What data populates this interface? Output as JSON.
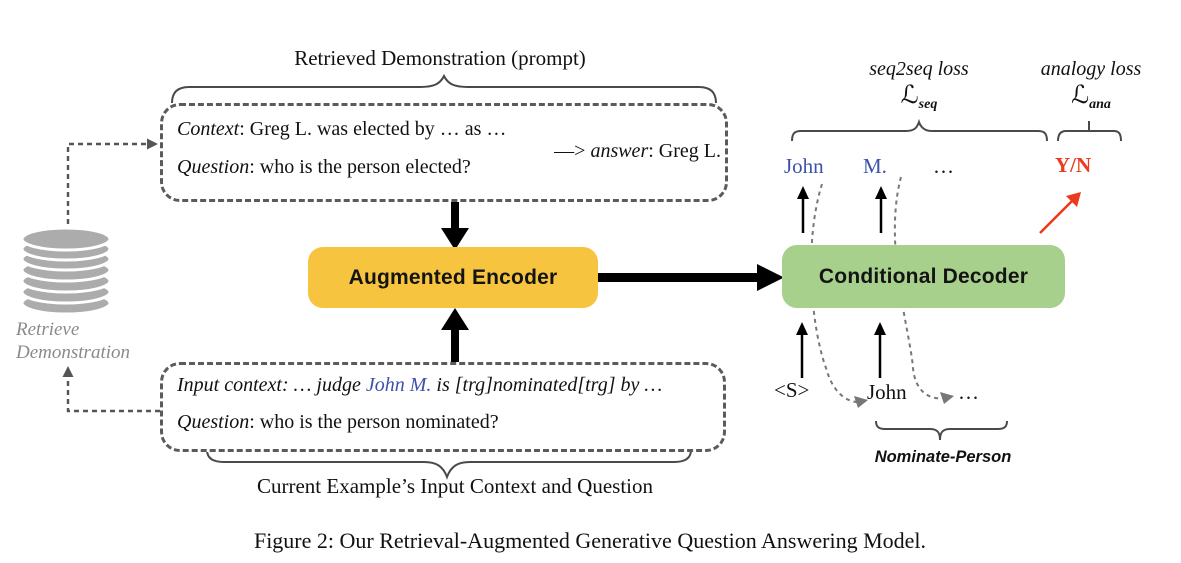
{
  "figure": {
    "caption": "Figure 2: Our Retrieval-Augmented Generative Question Answering Model."
  },
  "retrieval": {
    "db_icon": "database-cylinder-icon",
    "label_line1": "Retrieve",
    "label_line2": "Demonstration"
  },
  "demo_prompt": {
    "title": "Retrieved Demonstration (prompt)",
    "context_label": "Context",
    "context_rest": ": Greg L. was elected by … as …",
    "question_label": "Question",
    "question_rest": ": who is the person elected?",
    "answer_arrow": "—> ",
    "answer_label": "answer",
    "answer_rest": ": Greg L."
  },
  "encoder": {
    "label": "Augmented Encoder"
  },
  "decoder": {
    "label": "Conditional Decoder"
  },
  "current_example": {
    "input_label": "Input context:",
    "input_pre": " … judge ",
    "input_entity": "John M.",
    "input_post": " is [trg]nominated[trg] by …",
    "question_label": "Question",
    "question_rest": ": who is the person nominated?",
    "brace_label": "Current Example’s Input Context and Question"
  },
  "losses": {
    "seq2seq_title": "seq2seq loss",
    "seq2seq_symbol": "ℒ",
    "seq2seq_sub": "seq",
    "analogy_title": "analogy loss",
    "analogy_symbol": "ℒ",
    "analogy_sub": "ana"
  },
  "decoder_outputs": {
    "token1": "John",
    "token2": "M.",
    "ellipsis": "…",
    "analogy_token": "Y/N"
  },
  "decoder_inputs": {
    "start": "<S>",
    "token1": "John",
    "ellipsis": "…"
  },
  "relation": {
    "label": "Nominate-Person"
  },
  "colors": {
    "encoder_fill": "#F7C440",
    "decoder_fill": "#A8D08D",
    "entity_blue": "#3E52A8",
    "loss_red": "#EE3A1C",
    "muted_gray": "#8a8a8a",
    "db_gray": "#ACACAC"
  }
}
